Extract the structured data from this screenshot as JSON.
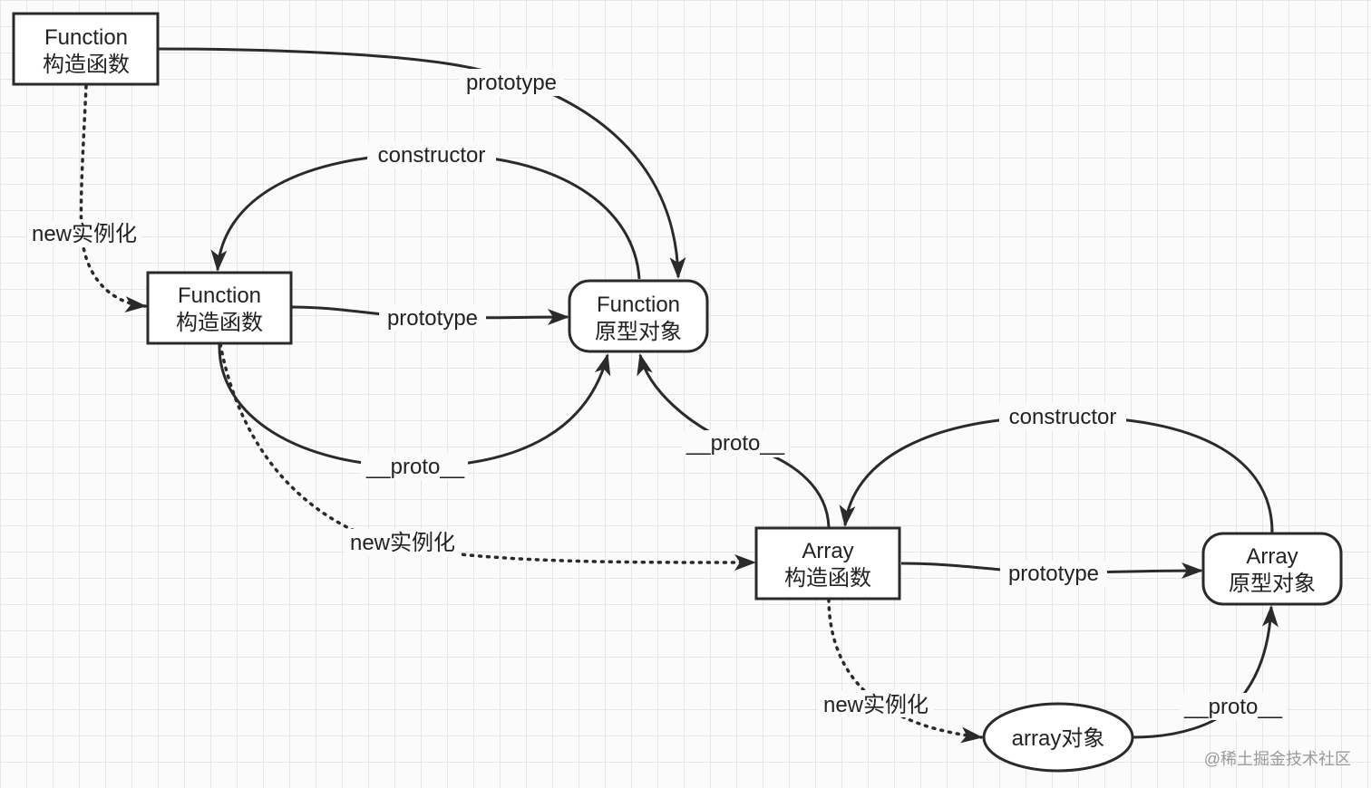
{
  "nodes": {
    "fn_ctor_top": {
      "lines": [
        "Function",
        "构造函数"
      ]
    },
    "fn_ctor_mid": {
      "lines": [
        "Function",
        "构造函数"
      ]
    },
    "fn_proto": {
      "lines": [
        "Function",
        "原型对象"
      ]
    },
    "arr_ctor": {
      "lines": [
        "Array",
        "构造函数"
      ]
    },
    "arr_proto": {
      "lines": [
        "Array",
        "原型对象"
      ]
    },
    "arr_obj": {
      "lines": [
        "array对象"
      ]
    }
  },
  "edges": {
    "top_prototype": "prototype",
    "fn_constructor": "constructor",
    "top_new": "new实例化",
    "mid_prototype": "prototype",
    "mid_proto": "__proto__",
    "mid_new": "new实例化",
    "arr_ctor_proto": "__proto__",
    "arr_constructor": "constructor",
    "arr_prototype": "prototype",
    "arr_new": "new实例化",
    "obj_proto": "__proto__"
  },
  "watermark": "@稀土掘金技术社区"
}
